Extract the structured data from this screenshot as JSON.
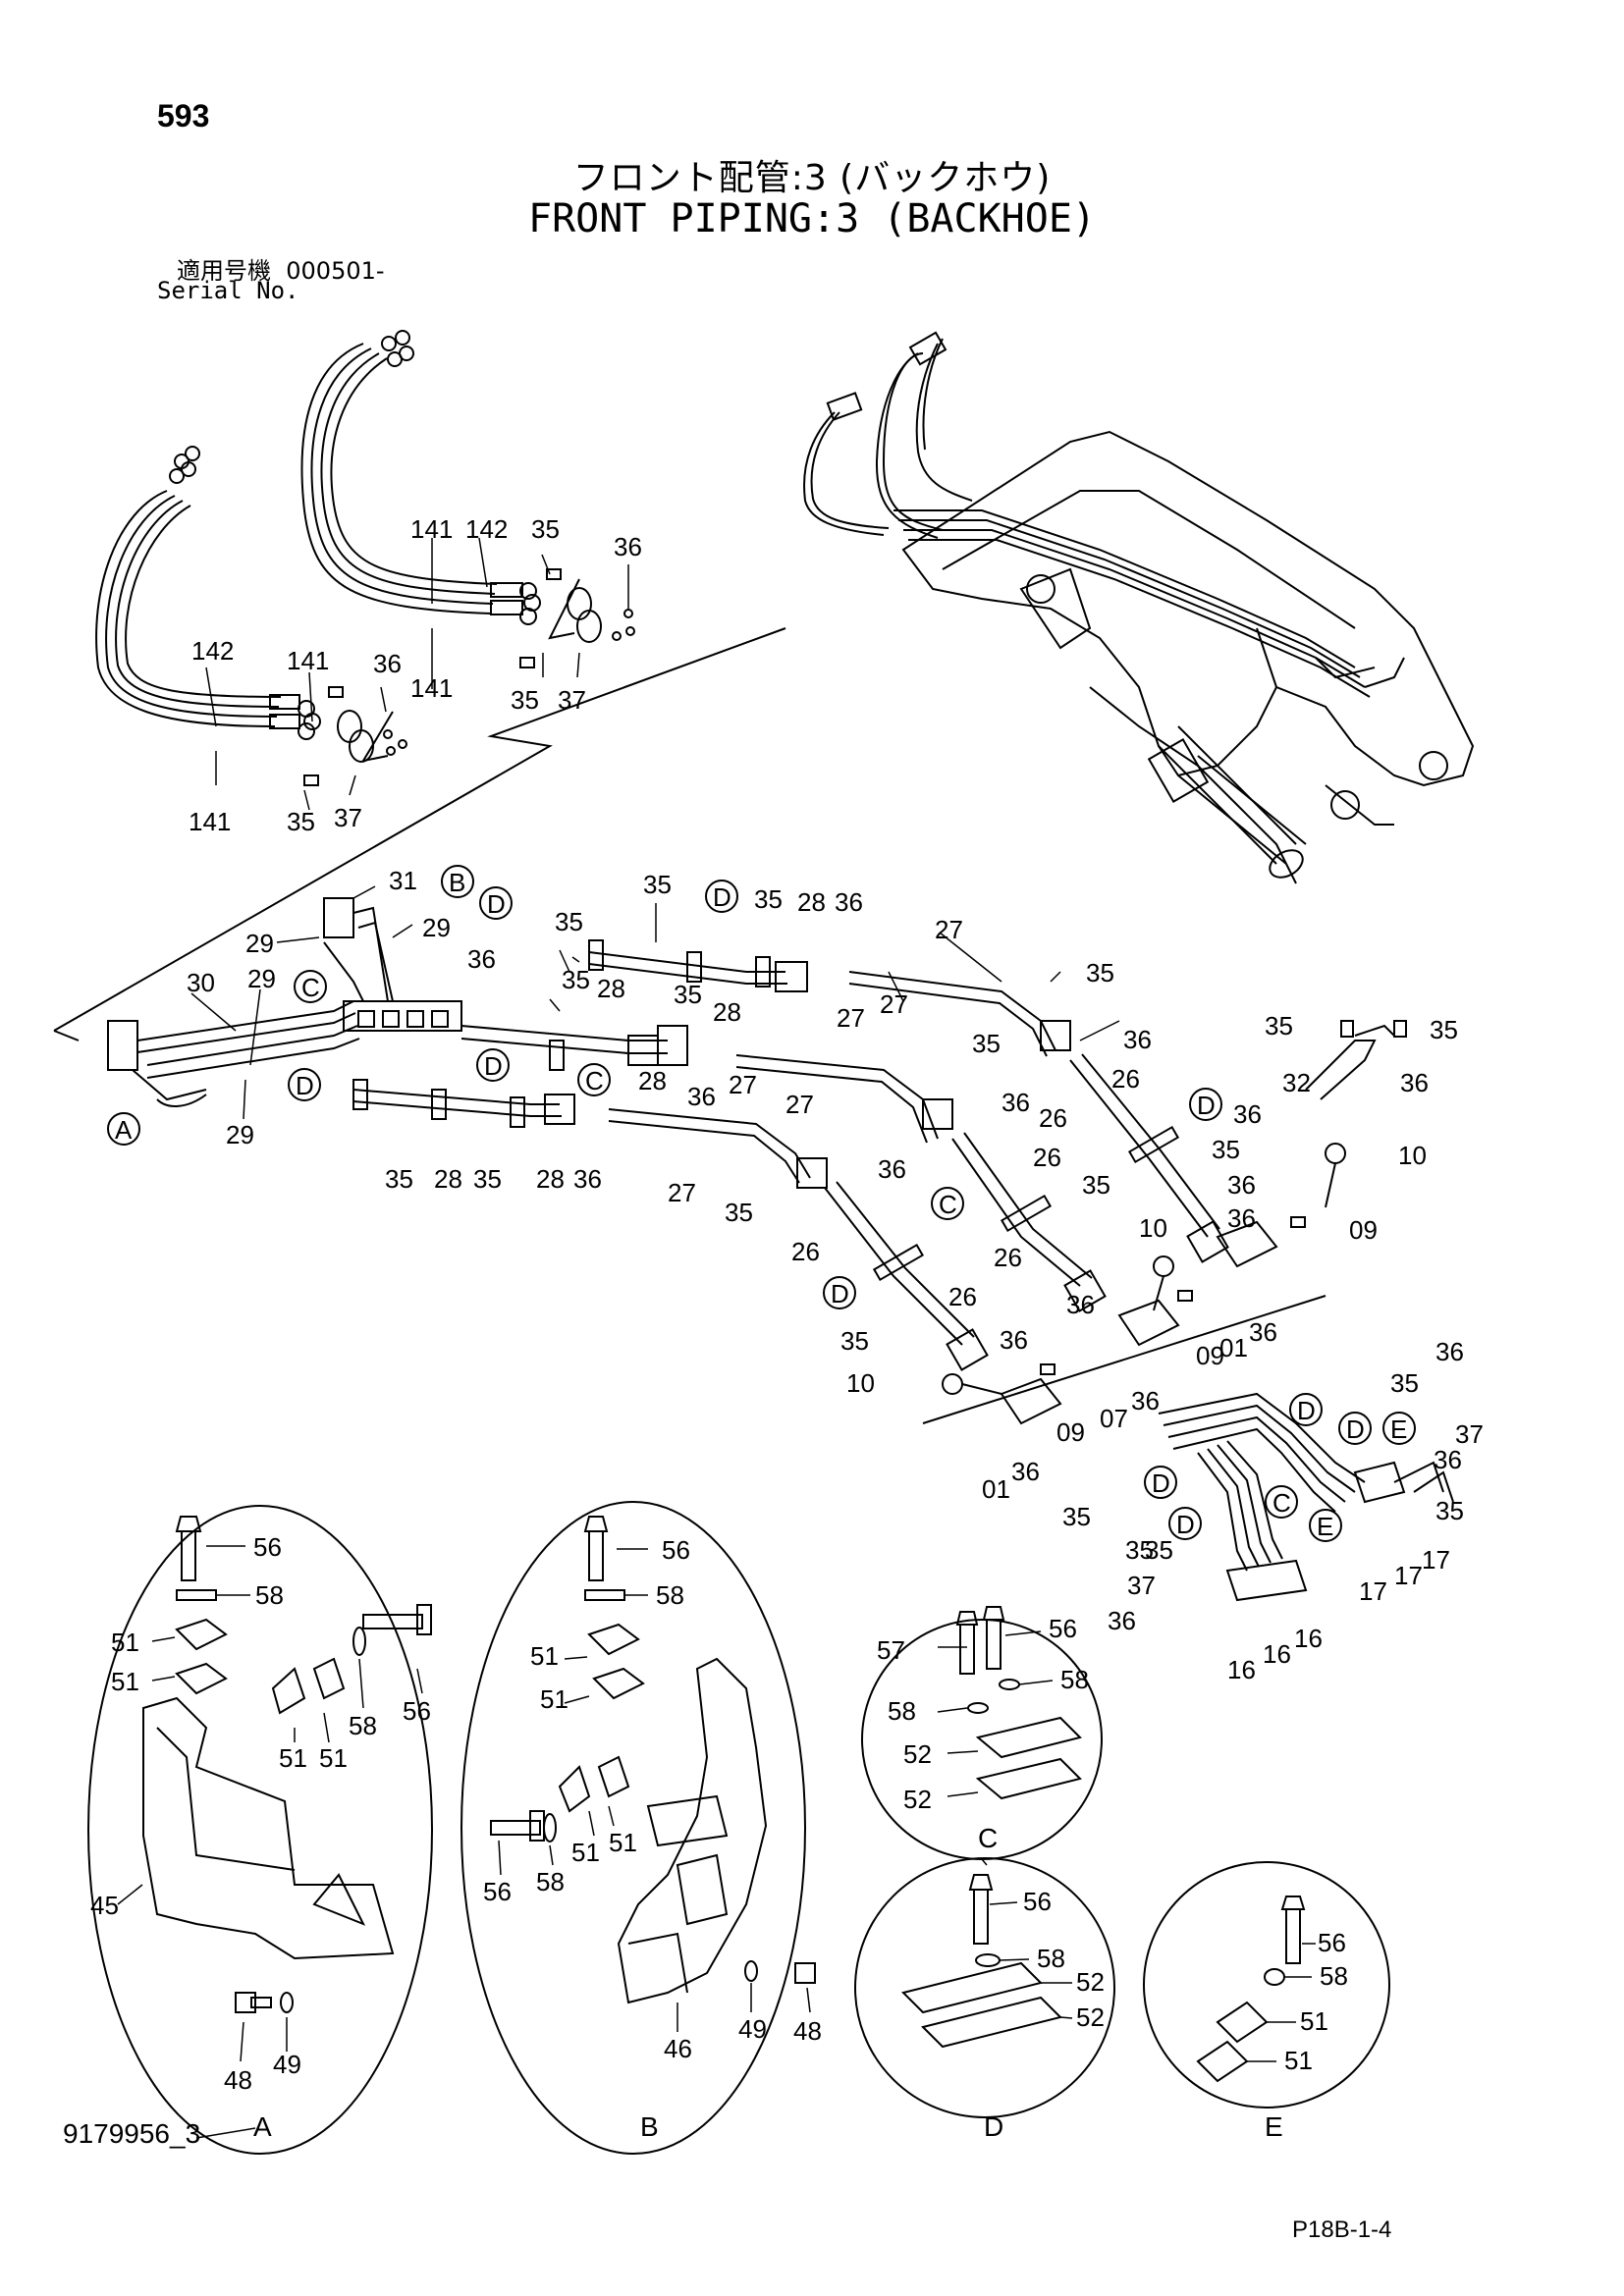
{
  "header": {
    "page_number": "593",
    "title_jp": "フロント配管:3 (バックホウ)",
    "title_en": "FRONT PIPING:3 (BACKHOE)",
    "serial_label_jp": "適用号機",
    "serial_value": "000501-",
    "serial_label_en": "Serial No."
  },
  "footer": {
    "document_number": "9179956_3",
    "page_ref": "P18B-1-4"
  },
  "detail_views": [
    "A",
    "B",
    "C",
    "D",
    "E"
  ],
  "part_labels": [
    {
      "id": "hose-upper-141",
      "text": "141"
    },
    {
      "id": "hose-upper-142",
      "text": "142"
    },
    {
      "id": "bolt-upper-35a",
      "text": "35"
    },
    {
      "id": "ring-upper-36",
      "text": "36"
    },
    {
      "id": "hose-upper-141b",
      "text": "141"
    },
    {
      "id": "bolt-upper-35b",
      "text": "35"
    },
    {
      "id": "clamp-upper-37",
      "text": "37"
    },
    {
      "id": "hose-lower-142",
      "text": "142"
    },
    {
      "id": "hose-lower-141a",
      "text": "141"
    },
    {
      "id": "ring-lower-36",
      "text": "36"
    },
    {
      "id": "hose-lower-141b",
      "text": "141"
    },
    {
      "id": "bolt-lower-35",
      "text": "35"
    },
    {
      "id": "clamp-lower-37",
      "text": "37"
    },
    {
      "id": "pipe-31",
      "text": "31"
    },
    {
      "id": "pipe-29a",
      "text": "29"
    },
    {
      "id": "pipe-29b",
      "text": "29"
    },
    {
      "id": "pipe-30",
      "text": "30"
    },
    {
      "id": "pipe-29c",
      "text": "29"
    },
    {
      "id": "pipe-29d",
      "text": "29"
    },
    {
      "id": "bolt-35-c1",
      "text": "35"
    },
    {
      "id": "bolt-35-c2",
      "text": "35"
    },
    {
      "id": "ring-36-c1",
      "text": "36"
    },
    {
      "id": "pipe-28a",
      "text": "28"
    },
    {
      "id": "bolt-35-c3",
      "text": "35"
    },
    {
      "id": "bolt-35-top",
      "text": "35"
    },
    {
      "id": "bolt-35-top2",
      "text": "35"
    },
    {
      "id": "pipe-28-top",
      "text": "28"
    },
    {
      "id": "ring-36-top",
      "text": "36"
    },
    {
      "id": "pipe-27-top",
      "text": "27"
    },
    {
      "id": "bolt-35-r1",
      "text": "35"
    },
    {
      "id": "pipe-28b",
      "text": "28"
    },
    {
      "id": "pipe-27b",
      "text": "27"
    },
    {
      "id": "pipe-27c",
      "text": "27"
    },
    {
      "id": "bolt-35-r2",
      "text": "35"
    },
    {
      "id": "ring-36-r1",
      "text": "36"
    },
    {
      "id": "pipe-28c",
      "text": "28"
    },
    {
      "id": "ring-36-m1",
      "text": "36"
    },
    {
      "id": "pipe-27d",
      "text": "27"
    },
    {
      "id": "pipe-27e",
      "text": "27"
    },
    {
      "id": "ring-36-r2",
      "text": "36"
    },
    {
      "id": "pipe-26a",
      "text": "26"
    },
    {
      "id": "pipe-26b",
      "text": "26"
    },
    {
      "id": "bolt-35-l1",
      "text": "35"
    },
    {
      "id": "pipe-28d",
      "text": "28"
    },
    {
      "id": "bolt-35-l2",
      "text": "35"
    },
    {
      "id": "pipe-28e",
      "text": "28"
    },
    {
      "id": "ring-36-l1",
      "text": "36"
    },
    {
      "id": "pipe-27f",
      "text": "27"
    },
    {
      "id": "bolt-35-l3",
      "text": "35"
    },
    {
      "id": "ring-36-l2",
      "text": "36"
    },
    {
      "id": "pipe-26c",
      "text": "26"
    },
    {
      "id": "bolt-35-m1",
      "text": "35"
    },
    {
      "id": "pipe-26d",
      "text": "26"
    },
    {
      "id": "pipe-26e",
      "text": "26"
    },
    {
      "id": "pipe-26f",
      "text": "26"
    },
    {
      "id": "ring-36-m2",
      "text": "36"
    },
    {
      "id": "bolt-35-m2",
      "text": "35"
    },
    {
      "id": "ring-36-m3",
      "text": "36"
    },
    {
      "id": "bolt-35-m3",
      "text": "35"
    },
    {
      "id": "ring-36-m4",
      "text": "36"
    },
    {
      "id": "pin-10a",
      "text": "10"
    },
    {
      "id": "bolt-09a",
      "text": "09"
    },
    {
      "id": "block-01a",
      "text": "01"
    },
    {
      "id": "ring-36-m5",
      "text": "36"
    },
    {
      "id": "pin-10b",
      "text": "10"
    },
    {
      "id": "ring-36-m6",
      "text": "36"
    },
    {
      "id": "bolt-09b",
      "text": "09"
    },
    {
      "id": "plate-07",
      "text": "07"
    },
    {
      "id": "ring-36-m7",
      "text": "36"
    },
    {
      "id": "pin-10c",
      "text": "10"
    },
    {
      "id": "bolt-09c",
      "text": "09"
    },
    {
      "id": "block-01b",
      "text": "01"
    },
    {
      "id": "ring-36-m8",
      "text": "36"
    },
    {
      "id": "bolt-35-s1",
      "text": "35"
    },
    {
      "id": "ring-36-s1",
      "text": "36"
    },
    {
      "id": "bolt-35-top-r1",
      "text": "35"
    },
    {
      "id": "bolt-35-top-r2",
      "text": "35"
    },
    {
      "id": "pipe-32",
      "text": "32"
    },
    {
      "id": "ring-36-tr1",
      "text": "36"
    },
    {
      "id": "ring-36-tr2",
      "text": "36"
    },
    {
      "id": "bolt-35-e1",
      "text": "35"
    },
    {
      "id": "bolt-35-e2",
      "text": "35"
    },
    {
      "id": "nut-37a",
      "text": "37"
    },
    {
      "id": "ring-36-e1",
      "text": "36"
    },
    {
      "id": "bolt-35-e3",
      "text": "35"
    },
    {
      "id": "bolt-35-e4",
      "text": "35"
    },
    {
      "id": "nut-37b",
      "text": "37"
    },
    {
      "id": "ring-36-e2",
      "text": "36"
    },
    {
      "id": "bracket-17a",
      "text": "17"
    },
    {
      "id": "bracket-17b",
      "text": "17"
    },
    {
      "id": "bracket-17c",
      "text": "17"
    },
    {
      "id": "clamp-16a",
      "text": "16"
    },
    {
      "id": "clamp-16b",
      "text": "16"
    },
    {
      "id": "clamp-16c",
      "text": "16"
    }
  ],
  "detail_A": [
    {
      "id": "a-56a",
      "text": "56"
    },
    {
      "id": "a-58a",
      "text": "58"
    },
    {
      "id": "a-51a",
      "text": "51"
    },
    {
      "id": "a-51b",
      "text": "51"
    },
    {
      "id": "a-56b",
      "text": "56"
    },
    {
      "id": "a-58b",
      "text": "58"
    },
    {
      "id": "a-51c",
      "text": "51"
    },
    {
      "id": "a-51d",
      "text": "51"
    },
    {
      "id": "a-45",
      "text": "45"
    },
    {
      "id": "a-48",
      "text": "48"
    },
    {
      "id": "a-49",
      "text": "49"
    }
  ],
  "detail_B": [
    {
      "id": "b-56a",
      "text": "56"
    },
    {
      "id": "b-58a",
      "text": "58"
    },
    {
      "id": "b-51a",
      "text": "51"
    },
    {
      "id": "b-51b",
      "text": "51"
    },
    {
      "id": "b-56b",
      "text": "56"
    },
    {
      "id": "b-58b",
      "text": "58"
    },
    {
      "id": "b-51c",
      "text": "51"
    },
    {
      "id": "b-51d",
      "text": "51"
    },
    {
      "id": "b-46",
      "text": "46"
    },
    {
      "id": "b-49",
      "text": "49"
    },
    {
      "id": "b-48",
      "text": "48"
    }
  ],
  "detail_C": [
    {
      "id": "c-57",
      "text": "57"
    },
    {
      "id": "c-56",
      "text": "56"
    },
    {
      "id": "c-58a",
      "text": "58"
    },
    {
      "id": "c-58b",
      "text": "58"
    },
    {
      "id": "c-52a",
      "text": "52"
    },
    {
      "id": "c-52b",
      "text": "52"
    }
  ],
  "detail_D": [
    {
      "id": "d-56",
      "text": "56"
    },
    {
      "id": "d-58",
      "text": "58"
    },
    {
      "id": "d-52a",
      "text": "52"
    },
    {
      "id": "d-52b",
      "text": "52"
    }
  ],
  "detail_E": [
    {
      "id": "e-56",
      "text": "56"
    },
    {
      "id": "e-58",
      "text": "58"
    },
    {
      "id": "e-51a",
      "text": "51"
    },
    {
      "id": "e-51b",
      "text": "51"
    }
  ],
  "reference_callouts": [
    "A",
    "B",
    "C",
    "D",
    "E"
  ]
}
